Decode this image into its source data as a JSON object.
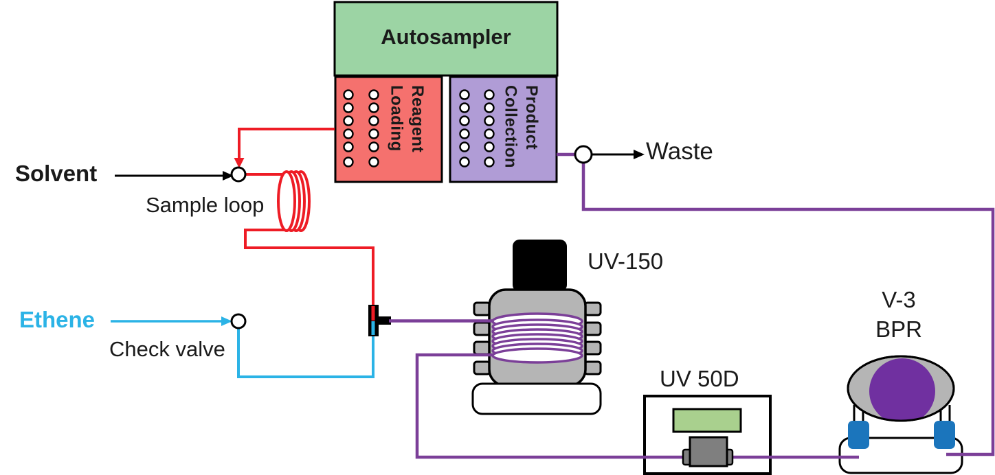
{
  "autosampler": {
    "title": "Autosampler",
    "reagent_tray_label": "Reagent Loading",
    "product_tray_label": "Product Collection"
  },
  "inlets": {
    "solvent_label": "Solvent",
    "ethene_label": "Ethene"
  },
  "components": {
    "sample_loop_label": "Sample loop",
    "check_valve_label": "Check valve",
    "reactor_label": "UV-150",
    "detector_label": "UV 50D",
    "bpr_label_line1": "V-3",
    "bpr_label_line2": "BPR"
  },
  "outlets": {
    "waste_label": "Waste"
  },
  "colors": {
    "autosampler_green": "#9CD4A4",
    "reagent_tray_red": "#F5716E",
    "product_tray_purple": "#B09CD6",
    "solvent_line_red": "#EE1C25",
    "ethene_line_cyan": "#2BB3E6",
    "product_line_purple": "#7B3F98",
    "bpr_dome_purple": "#7030A0",
    "bpr_feet_blue": "#1B75BC",
    "reactor_gray": "#B5B5B5",
    "flow_cell_gray": "#7F7F7F",
    "display_green": "#A9D08E"
  }
}
